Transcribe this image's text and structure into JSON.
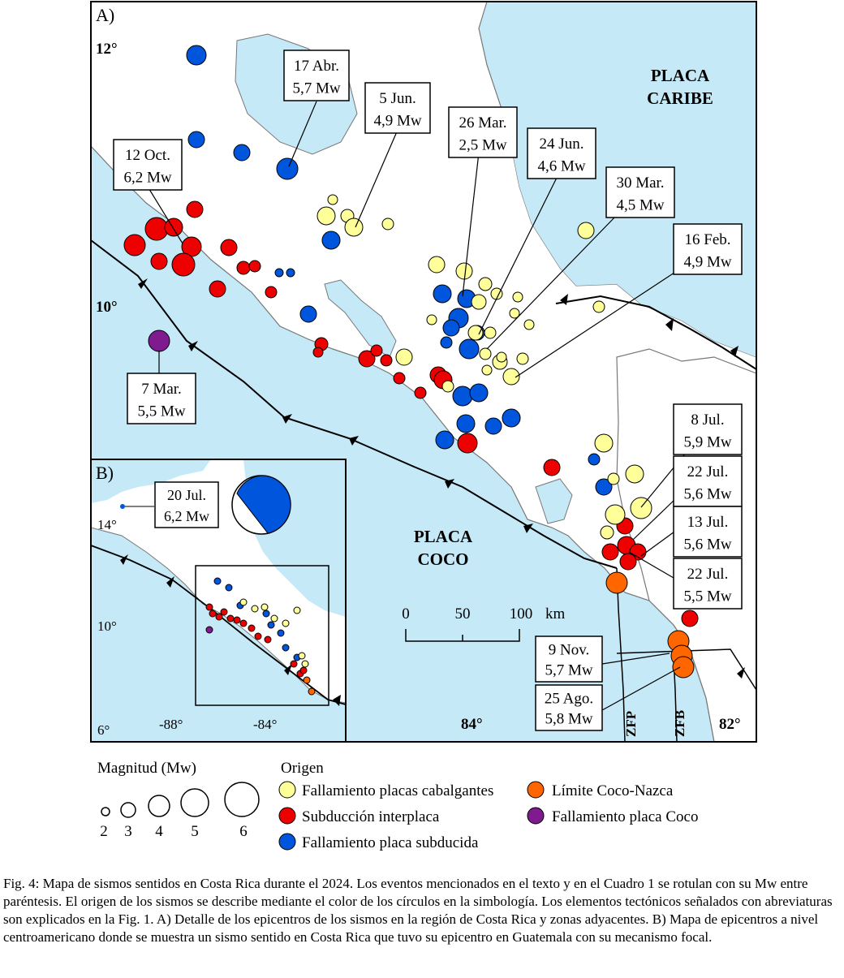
{
  "panel_a": {
    "label": "A)",
    "lat_labels": [
      {
        "text": "12°"
      },
      {
        "text": "10°"
      }
    ],
    "lon_labels": [
      {
        "text": "84°"
      },
      {
        "text": "82°"
      }
    ],
    "plate_caribe": [
      "PLACA",
      "CARIBE"
    ],
    "plate_coco": [
      "PLACA",
      "COCO"
    ],
    "zone_labels": [
      "ZFP",
      "ZFB"
    ],
    "scale": {
      "ticks": [
        "0",
        "50",
        "100"
      ],
      "unit": "km"
    },
    "callouts": [
      {
        "date": "17 Abr.",
        "mag": "5,7 Mw"
      },
      {
        "date": "5 Jun.",
        "mag": "4,9 Mw"
      },
      {
        "date": "12 Oct.",
        "mag": "6,2 Mw"
      },
      {
        "date": "26 Mar.",
        "mag": "2,5 Mw"
      },
      {
        "date": "24 Jun.",
        "mag": "4,6 Mw"
      },
      {
        "date": "30 Mar.",
        "mag": "4,5 Mw"
      },
      {
        "date": "16 Feb.",
        "mag": "4,9 Mw"
      },
      {
        "date": "7 Mar.",
        "mag": "5,5 Mw"
      },
      {
        "date": "8 Jul.",
        "mag": "5,9 Mw"
      },
      {
        "date": "22 Jul.",
        "mag": "5,6 Mw"
      },
      {
        "date": "13 Jul.",
        "mag": "5,6 Mw"
      },
      {
        "date": "22 Jul.",
        "mag": "5,5 Mw"
      },
      {
        "date": "9 Nov.",
        "mag": "5,7 Mw"
      },
      {
        "date": "25 Ago.",
        "mag": "5,8 Mw"
      }
    ]
  },
  "panel_b": {
    "label": "B)",
    "lat_labels": [
      {
        "text": "14°"
      },
      {
        "text": "10°"
      },
      {
        "text": "6°"
      }
    ],
    "lon_labels": [
      {
        "text": "-88°"
      },
      {
        "text": "-84°"
      }
    ],
    "callout": {
      "date": "20 Jul.",
      "mag": "6,2 Mw"
    }
  },
  "legend": {
    "magnitude_title": "Magnitud (Mw)",
    "magnitudes": [
      "2",
      "3",
      "4",
      "5",
      "6"
    ],
    "origin_title": "Origen",
    "origins": [
      {
        "label": "Fallamiento placas cabalgantes",
        "color": "#ffff99"
      },
      {
        "label": "Subducción interplaca",
        "color": "#ee0000"
      },
      {
        "label": "Fallamiento placa subducida",
        "color": "#0055dd"
      },
      {
        "label": "Límite Coco-Nazca",
        "color": "#ff6600"
      },
      {
        "label": "Fallamiento placa Coco",
        "color": "#7f1a8f"
      }
    ]
  },
  "colors": {
    "sea": "#c6e9f7",
    "land": "#ffffff",
    "yellow": "#ffff99",
    "red": "#ee0000",
    "blue": "#0055dd",
    "orange": "#ff6600",
    "purple": "#7f1a8f"
  },
  "caption": "Fig. 4: Mapa de sismos sentidos en Costa Rica durante el 2024. Los eventos mencionados en el texto y en el Cuadro 1 se rotulan con su Mw entre paréntesis. El origen de los sismos se describe mediante el color de los círculos en la simbología. Los elementos tectónicos señalados con abreviaturas son explicados en la Fig. 1. A) Detalle de los epicentros de los sismos en la región de Costa Rica y zonas adyacentes. B) Mapa de epicentros a nivel centroamericano donde se muestra un sismo sentido en Costa Rica que tuvo su epicentro en Guatemala con su mecanismo focal."
}
